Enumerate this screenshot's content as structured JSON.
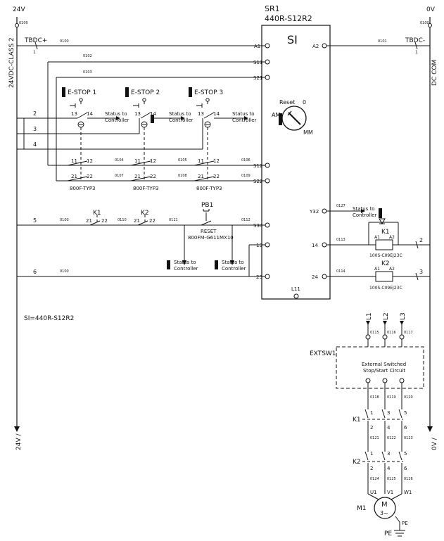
{
  "top_left_rail": {
    "name": "24V",
    "wire": "0100"
  },
  "top_right_rail": {
    "name": "0V",
    "wire": "0100"
  },
  "left_side_label": "24VDC-CLASS 2",
  "right_side_label": "DC COM",
  "bottom_left_label": "24V /",
  "bottom_right_label": "0V /",
  "tbdc_plus": {
    "label": "TBDC+",
    "pin": "1"
  },
  "tbdc_minus": {
    "label": "TBDC-",
    "pin": "1"
  },
  "relay": {
    "tag": "SR1",
    "model": "440R-S12R2",
    "symbol": "SI",
    "reset_label": "Reset",
    "reset_zero": "0",
    "reset_am": "AM",
    "reset_mm": "MM"
  },
  "relay_terminals": {
    "a1": "A1",
    "a2": "A2",
    "s11": "S11",
    "s21": "S21",
    "s12": "S12",
    "s22": "S22",
    "s34": "S34",
    "t13": "13",
    "t23": "23",
    "l11": "L11",
    "y32": "Y32",
    "t14": "14",
    "t24": "24"
  },
  "wires": {
    "w0100a": "0100",
    "w0101": "0101",
    "w0102": "0102",
    "w0103": "0103",
    "w0104": "0104",
    "w0105": "0105",
    "w0106": "0106",
    "w0107": "0107",
    "w0108": "0108",
    "w0109": "0109",
    "w0100b": "0100",
    "w0110": "0110",
    "w0111": "0111",
    "w0112": "0112",
    "w0100c": "0100",
    "w0127": "0127",
    "w0113": "0113",
    "w0114": "0114",
    "w0115": "0115",
    "w0116": "0116",
    "w0117": "0117",
    "w0118": "0118",
    "w0119": "0119",
    "w0120": "0120",
    "w0121": "0121",
    "w0122": "0122",
    "w0123": "0123",
    "w0124": "0124",
    "w0125": "0125",
    "w0126": "0126"
  },
  "rung_numbers": {
    "r2": "2",
    "r3": "3",
    "r4": "4",
    "r5": "5",
    "r6": "6",
    "rr2": "2",
    "rr3": "3"
  },
  "estops": [
    {
      "label": "E-STOP 1",
      "c13": "13",
      "c14": "14",
      "c11": "11",
      "c12": "12",
      "c21": "21",
      "c22": "22",
      "part": "800F-TYP3",
      "status": [
        "Status to",
        "Controller"
      ]
    },
    {
      "label": "E-STOP 2",
      "c13": "13",
      "c14": "14",
      "c11": "11",
      "c12": "12",
      "c21": "21",
      "c22": "22",
      "part": "800F-TYP3",
      "status": [
        "Status to",
        "Controller"
      ]
    },
    {
      "label": "E-STOP 3",
      "c13": "13",
      "c14": "14",
      "c11": "11",
      "c12": "12",
      "c21": "21",
      "c22": "22",
      "part": "800F-TYP3",
      "status": [
        "Status to",
        "Controller"
      ]
    }
  ],
  "feedback": {
    "k1": "K1",
    "k2": "K2",
    "c21a": "21",
    "c22a": "22",
    "c21b": "21",
    "c22b": "22"
  },
  "pb1": {
    "tag": "PB1",
    "label": "RESET",
    "part": "800FM-G611MX10",
    "status_left": [
      "Status to",
      "Controller"
    ],
    "status_right": [
      "Status to",
      "Controller"
    ]
  },
  "output_status": [
    "Status to",
    "Controller"
  ],
  "coils": [
    {
      "tag": "K1",
      "a1": "A1",
      "a2": "A2",
      "part": "100S-C09EJ23C"
    },
    {
      "tag": "K2",
      "a1": "A1",
      "a2": "A2",
      "part": "100S-C09EJ23C"
    }
  ],
  "si_note": "SI=440R-S12R2",
  "phases": [
    "L1",
    "L2",
    "L3"
  ],
  "extsw": {
    "tag": "EXTSW1",
    "line1": "External Switched",
    "line2": "Stop/Start Circuit"
  },
  "contactors": [
    {
      "tag": "K1",
      "pins_top": [
        "1",
        "3",
        "5"
      ],
      "pins_bot": [
        "2",
        "4",
        "6"
      ]
    },
    {
      "tag": "K2",
      "pins_top": [
        "1",
        "3",
        "5"
      ],
      "pins_bot": [
        "2",
        "4",
        "6"
      ]
    }
  ],
  "motor": {
    "tag": "M1",
    "u": "U1",
    "v": "V1",
    "w": "W1",
    "symbol": "M",
    "sub": "3~",
    "pe": "PE",
    "pe2": "PE"
  }
}
